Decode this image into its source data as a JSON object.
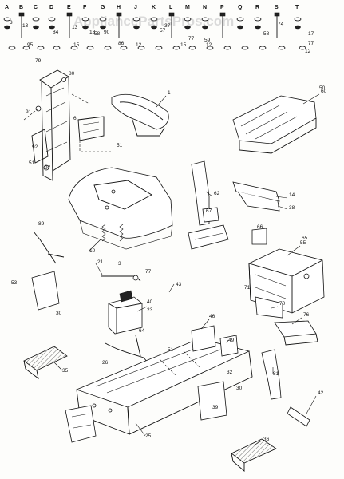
{
  "watermark": "AppliancePartsPros.com",
  "column_headers": [
    "A",
    "B",
    "C",
    "D",
    "E",
    "F",
    "G",
    "H",
    "J",
    "K",
    "L",
    "M",
    "N",
    "P",
    "Q",
    "R",
    "S",
    "T"
  ],
  "callouts": [
    "1",
    "3",
    "6",
    "10",
    "12",
    "13",
    "14",
    "15",
    "17",
    "21",
    "23",
    "25",
    "26",
    "30",
    "32",
    "35",
    "36",
    "37",
    "38",
    "39",
    "40",
    "42",
    "43",
    "46",
    "49",
    "50",
    "51",
    "53",
    "55",
    "57",
    "58",
    "59",
    "60",
    "62",
    "64",
    "65",
    "66",
    "67",
    "70",
    "71",
    "74",
    "76",
    "77",
    "79",
    "80",
    "81",
    "84",
    "86",
    "89",
    "90",
    "91",
    "92",
    "95",
    "97"
  ]
}
